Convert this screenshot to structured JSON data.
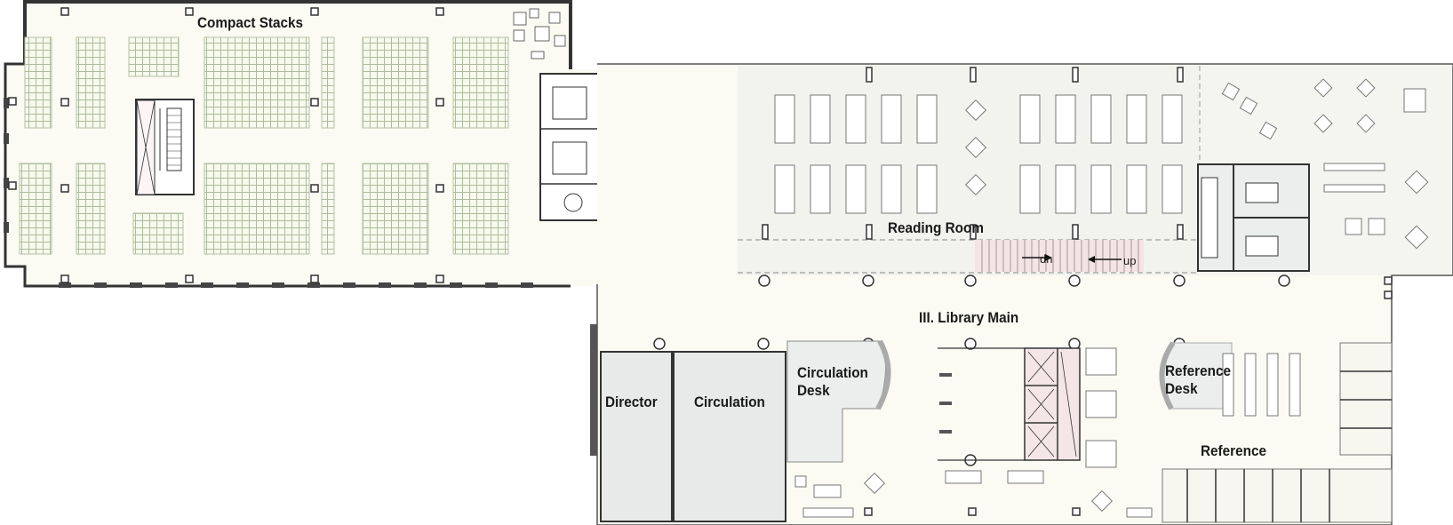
{
  "plan": {
    "rooms": {
      "compact_stacks": "Compact Stacks",
      "reading_room": "Reading Room",
      "library_main": "III. Library Main",
      "director": "Director",
      "circulation": "Circulation",
      "circulation_desk_line1": "Circulation",
      "circulation_desk_line2": "Desk",
      "reference_desk_line1": "Reference",
      "reference_desk_line2": "Desk",
      "reference": "Reference"
    },
    "stairs": {
      "down": "dn",
      "up": "up"
    }
  },
  "colors": {
    "wall": "#333333",
    "floor_fill": "#fbfbf3",
    "reading_fill": "#f2f3ee",
    "room_fill": "#e8eaea",
    "shelving": "#aebc9c",
    "elevator_fill": "#f4e6e6"
  }
}
